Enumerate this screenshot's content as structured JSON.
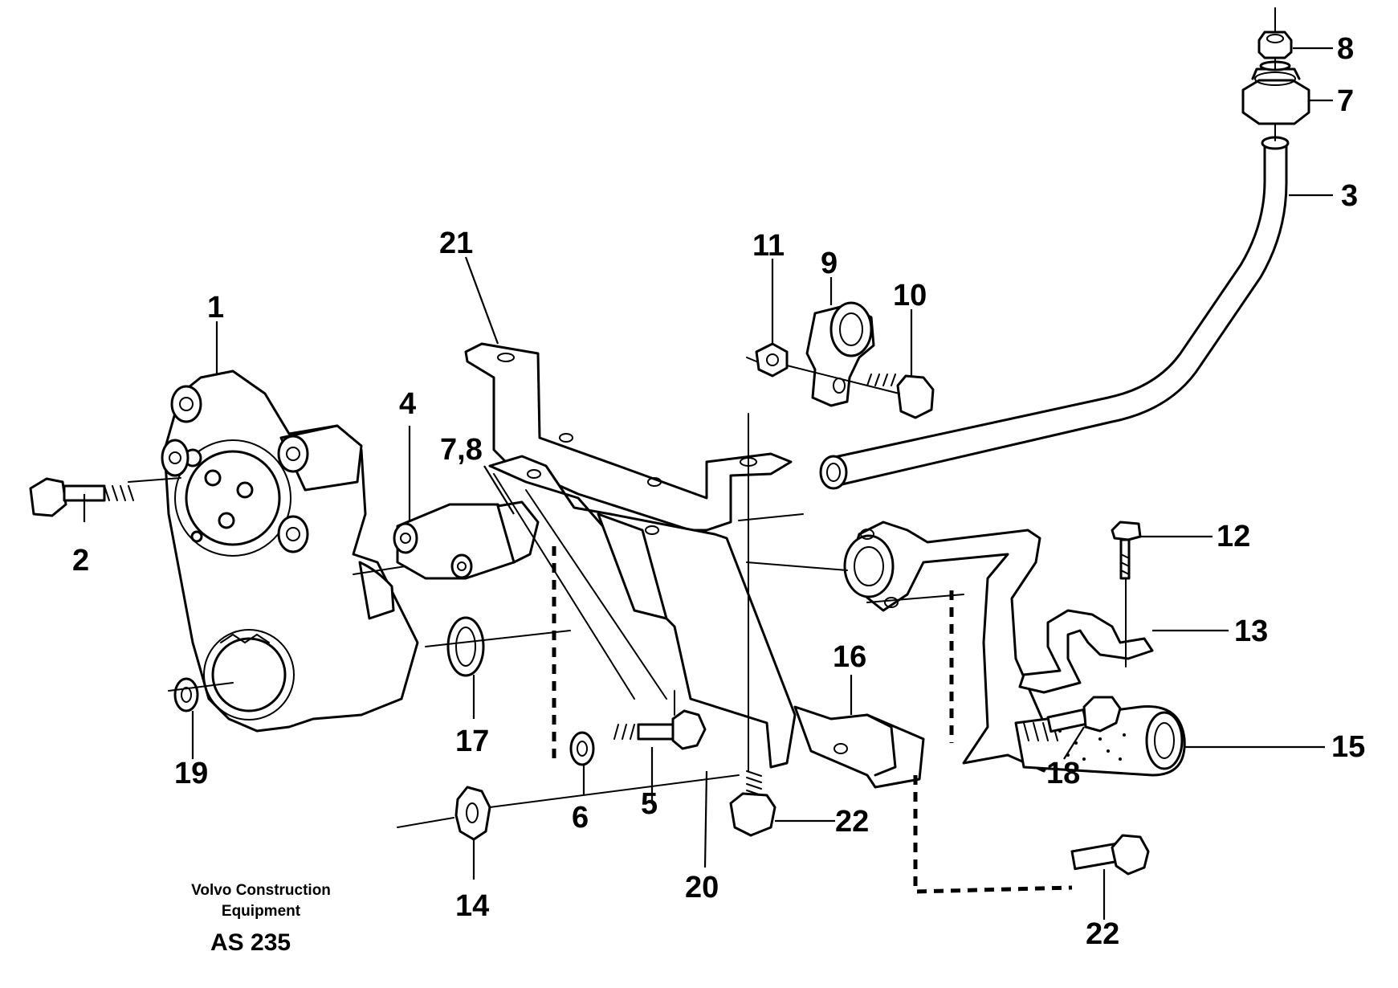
{
  "diagram": {
    "credit_line_1": "Volvo Construction",
    "credit_line_2": "Equipment",
    "drawing_code": "AS 235",
    "callouts": {
      "c1": "1",
      "c2": "2",
      "c3": "3",
      "c4": "4",
      "c5": "5",
      "c6": "6",
      "c7": "7",
      "c8": "8",
      "c78": "7,8",
      "c9": "9",
      "c10": "10",
      "c11": "11",
      "c12": "12",
      "c13": "13",
      "c14": "14",
      "c15": "15",
      "c16": "16",
      "c17": "17",
      "c18": "18",
      "c19": "19",
      "c20": "20",
      "c21": "21",
      "c22a": "22",
      "c22b": "22"
    }
  }
}
